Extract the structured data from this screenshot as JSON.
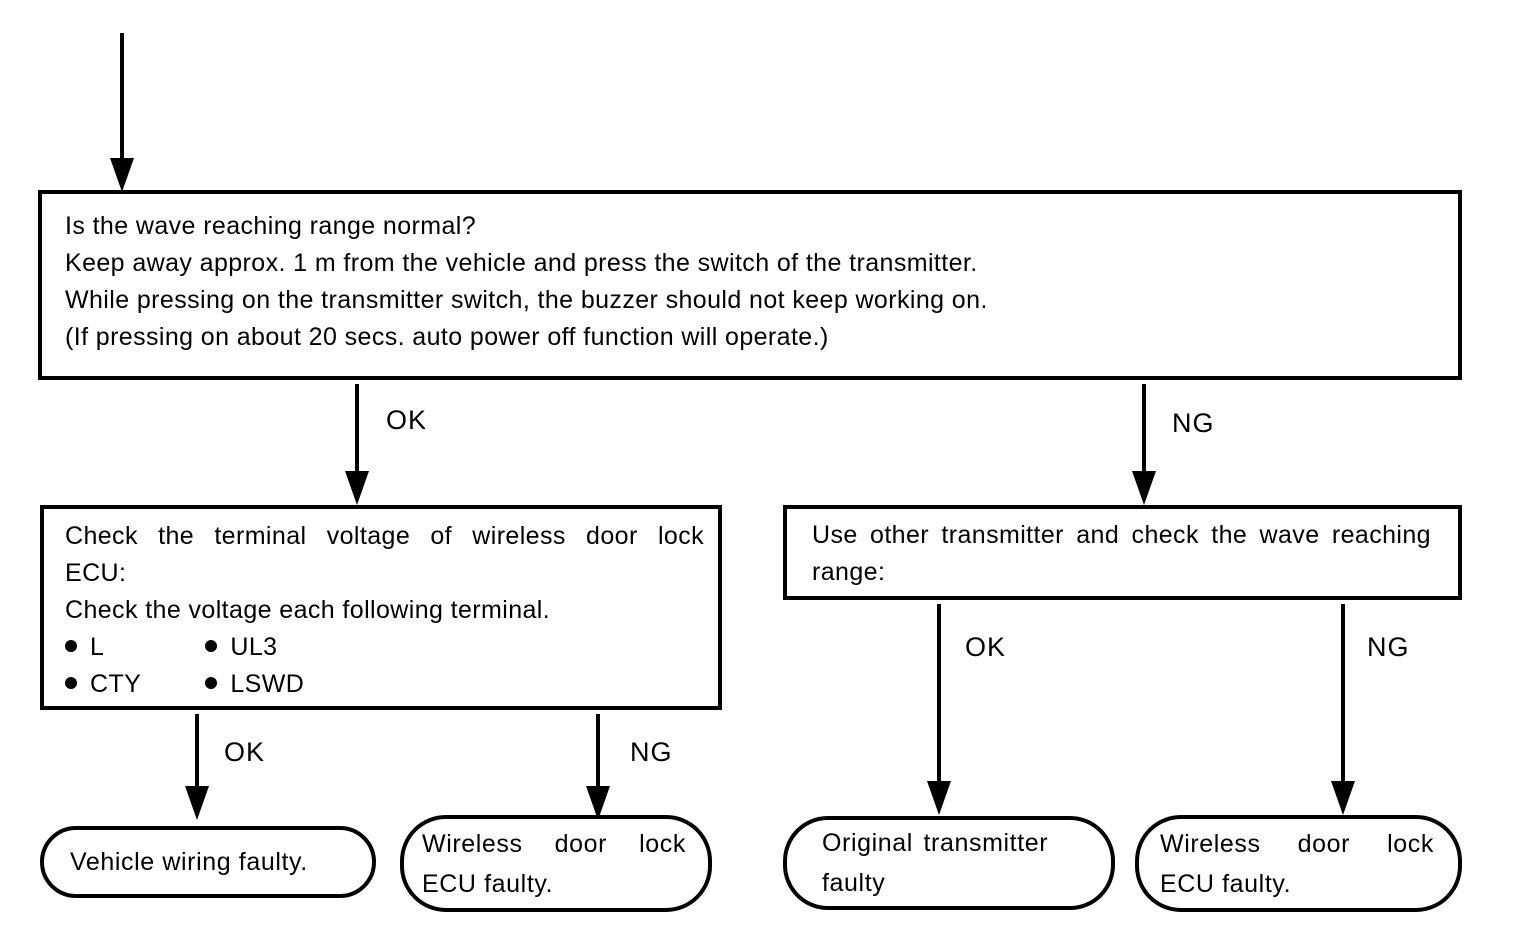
{
  "diagram": {
    "kind": "troubleshooting-flowchart",
    "colors": {
      "line": "#000000",
      "background": "#ffffff",
      "text": "#000000"
    }
  },
  "q1": {
    "lines": [
      "Is the wave reaching range normal?",
      "Keep away approx. 1 m from the vehicle and press the switch of the transmitter.",
      "While pressing on the transmitter switch, the buzzer should not keep working on.",
      "(If pressing on about 20 secs. auto power off function will operate.)"
    ]
  },
  "q2": {
    "line1_justified": "Check the terminal voltage of wireless door lock",
    "line1_rest": "ECU:",
    "line2": "Check the voltage each following terminal.",
    "bullets": {
      "row1": {
        "col1": "L",
        "col2": "UL3"
      },
      "row2": {
        "col1": "CTY",
        "col2": "LSWD"
      }
    }
  },
  "q3": {
    "line1_justified": "Use other transmitter and check the wave reaching",
    "line1_rest": "range:"
  },
  "branches": {
    "q1_ok": "OK",
    "q1_ng": "NG",
    "q2_ok": "OK",
    "q2_ng": "NG",
    "q3_ok": "OK",
    "q3_ng": "NG"
  },
  "terminals": {
    "vehicle_wiring": {
      "line1": "Vehicle wiring faulty."
    },
    "ecu_faulty_left": {
      "line1": "Wireless door lock",
      "line2": "ECU faulty."
    },
    "original_transmitter": {
      "line1": "Original transmitter",
      "line2": "faulty"
    },
    "ecu_faulty_right": {
      "line1": "Wireless door lock",
      "line2": "ECU faulty."
    }
  }
}
